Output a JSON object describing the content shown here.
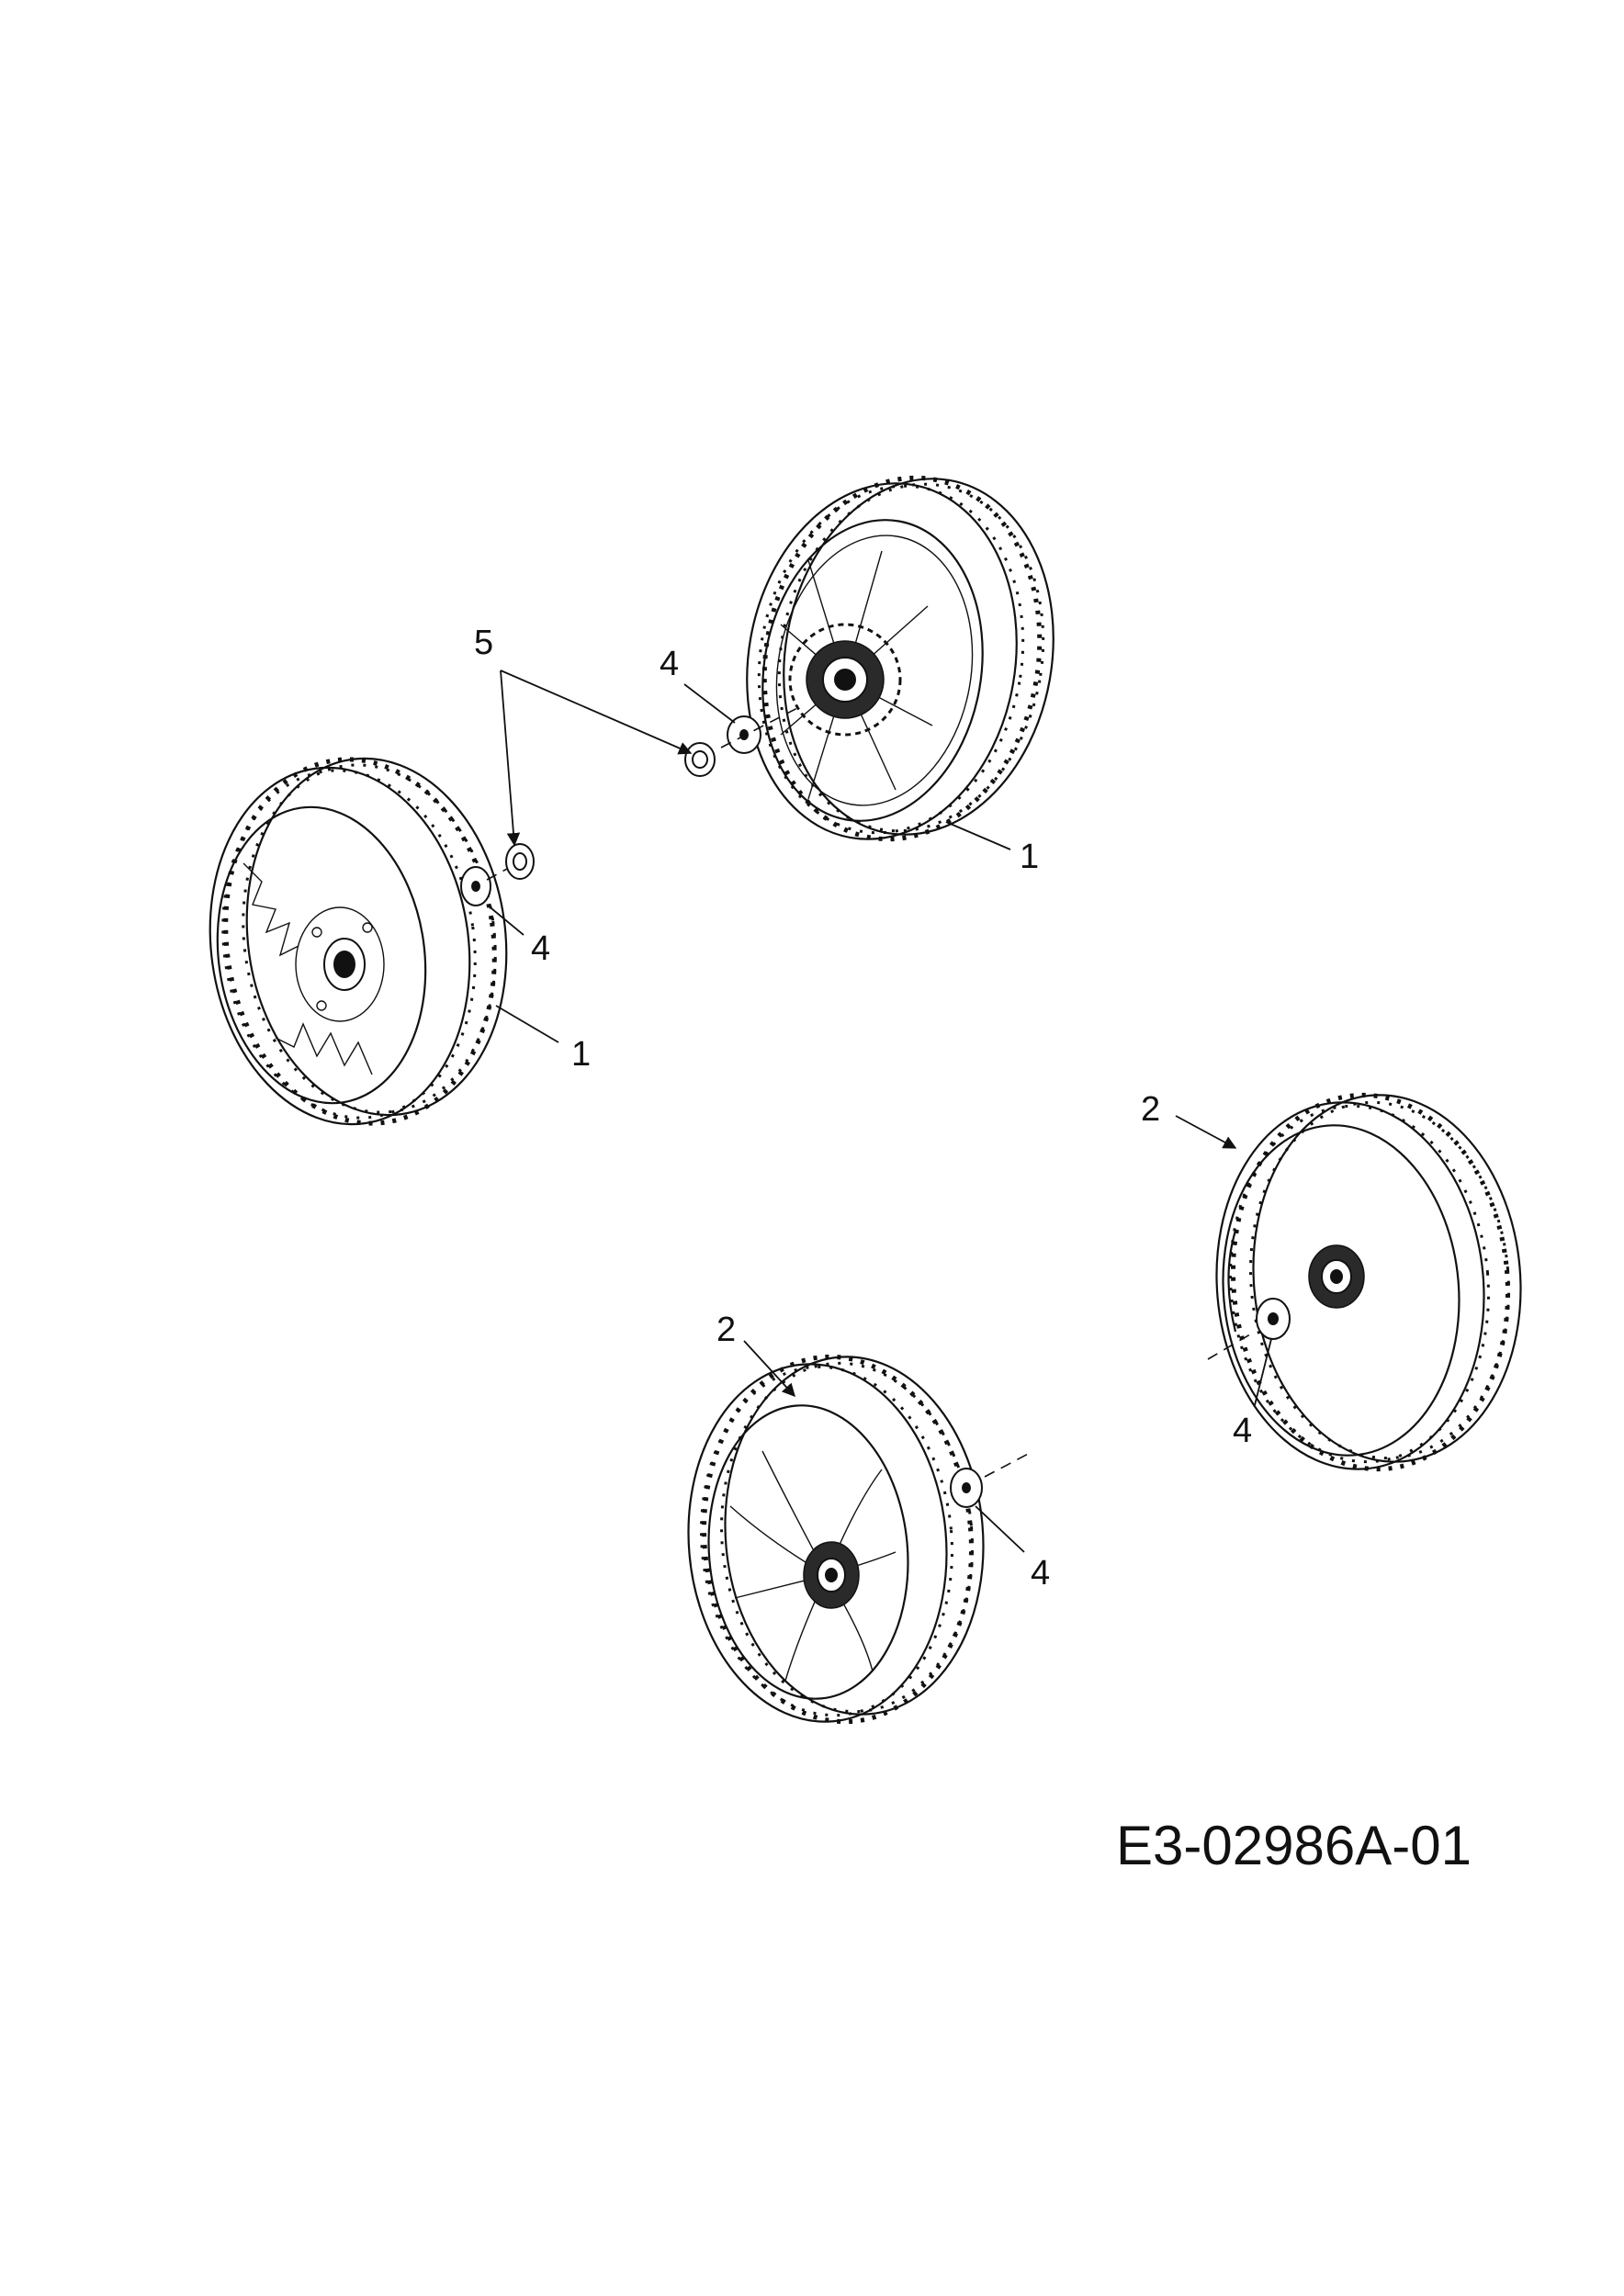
{
  "drawing_number": "E3-02986A-01",
  "callouts": {
    "c5": "5",
    "c4_top": "4",
    "c1_top": "1",
    "c4_left": "4",
    "c1_left": "1",
    "c2_right": "2",
    "c4_right": "4",
    "c2_bottom": "2",
    "c4_bottom": "4"
  }
}
